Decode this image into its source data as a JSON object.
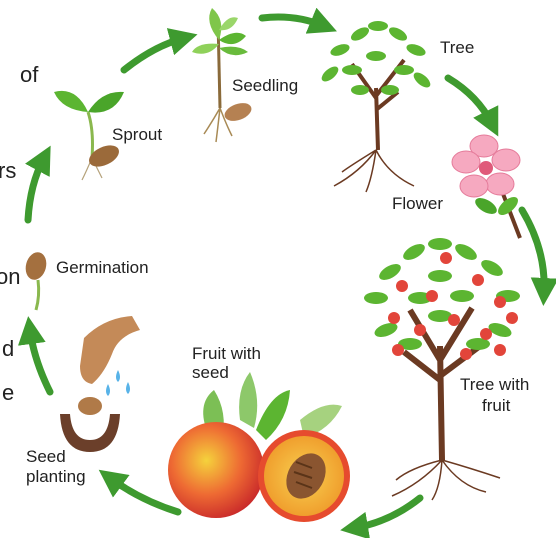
{
  "stages": {
    "tree": "Tree",
    "seedling": "Seedling",
    "sprout": "Sprout",
    "flower": "Flower",
    "germination": "Germination",
    "tree_with_fruit_line1": "Tree with",
    "tree_with_fruit_line2": "fruit",
    "fruit_with_seed_line1": "Fruit with",
    "fruit_with_seed_line2": "seed",
    "seed_planting_line1": "Seed",
    "seed_planting_line2": "planting"
  },
  "cropped_text": {
    "fragment_1": "of",
    "fragment_2": "rs",
    "fragment_3": "on",
    "fragment_4": "d",
    "fragment_5": "e"
  },
  "colors": {
    "arrow": "#3e9a2f",
    "leaf": "#5cb531",
    "trunk": "#6b3a22",
    "peach": "#e2453a",
    "peach_flesh": "#f3b53c",
    "flower": "#f6a9c0"
  }
}
